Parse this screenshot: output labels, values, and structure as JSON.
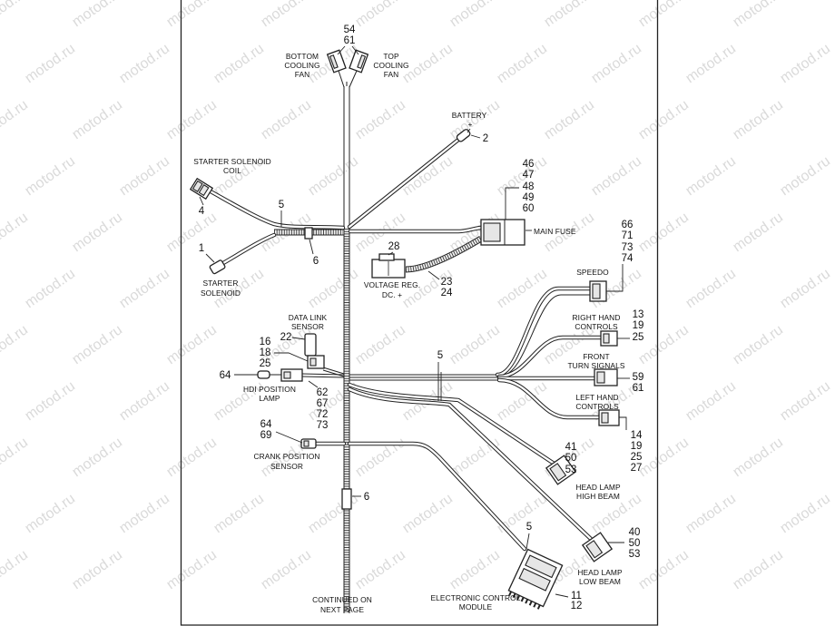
{
  "watermark": "motod.ru",
  "callouts": {
    "fan_refs": [
      "54",
      "61"
    ],
    "battery_ref": "2",
    "starter_coil_ref": "4",
    "harness_ref_top": "5",
    "starter_ref": "1",
    "harness_ref_6a": "6",
    "main_fuse_refs": [
      "46",
      "47",
      "48",
      "49",
      "60"
    ],
    "voltage_reg_top": "28",
    "voltage_reg_refs": [
      "23",
      "24"
    ],
    "speedo_refs": [
      "66",
      "71",
      "73",
      "74"
    ],
    "data_link_ref": "22",
    "data_link_refs": [
      "16",
      "18",
      "25"
    ],
    "right_hand_refs": [
      "13",
      "19",
      "25"
    ],
    "harness_ref_mid": "5",
    "turn_signal_refs": [
      "59",
      "61"
    ],
    "hdi_ref": "64",
    "hdi_refs": [
      "62",
      "67",
      "72",
      "73"
    ],
    "left_hand_refs": [
      "14",
      "19",
      "25",
      "27"
    ],
    "crank_refs": [
      "64",
      "69"
    ],
    "high_beam_refs": [
      "41",
      "50",
      "53"
    ],
    "harness_ref_6b": "6",
    "ecm_ref_top": "5",
    "low_beam_refs": [
      "40",
      "50",
      "53"
    ],
    "ecm_refs": [
      "11",
      "12"
    ]
  },
  "labels": {
    "bottom_fan": [
      "BOTTOM",
      "COOLING",
      "FAN"
    ],
    "top_fan": [
      "TOP",
      "COOLING",
      "FAN"
    ],
    "battery": [
      "BATTERY",
      "+"
    ],
    "starter_coil": [
      "STARTER SOLENOID",
      "COIL"
    ],
    "starter": [
      "STARTER",
      "SOLENOID"
    ],
    "main_fuse": "MAIN FUSE",
    "voltage_reg": [
      "VOLTAGE REG.",
      "DC. +"
    ],
    "speedo": "SPEEDO",
    "data_link": [
      "DATA LINK",
      "SENSOR"
    ],
    "right_hand": [
      "RIGHT HAND",
      "CONTROLS"
    ],
    "turn_signals": [
      "FRONT",
      "TURN SIGNALS"
    ],
    "hdi_lamp": [
      "HDI POSITION",
      "LAMP"
    ],
    "left_hand": [
      "LEFT HAND",
      "CONTROLS"
    ],
    "crank": [
      "CRANK POSITION",
      "SENSOR"
    ],
    "high_beam": [
      "HEAD LAMP",
      "HIGH BEAM"
    ],
    "low_beam": [
      "HEAD LAMP",
      "LOW BEAM"
    ],
    "ecm": [
      "ELECTRONIC CONTROL",
      "MODULE"
    ],
    "continued": [
      "CONTINUED ON",
      "NEXT PAGE"
    ]
  }
}
